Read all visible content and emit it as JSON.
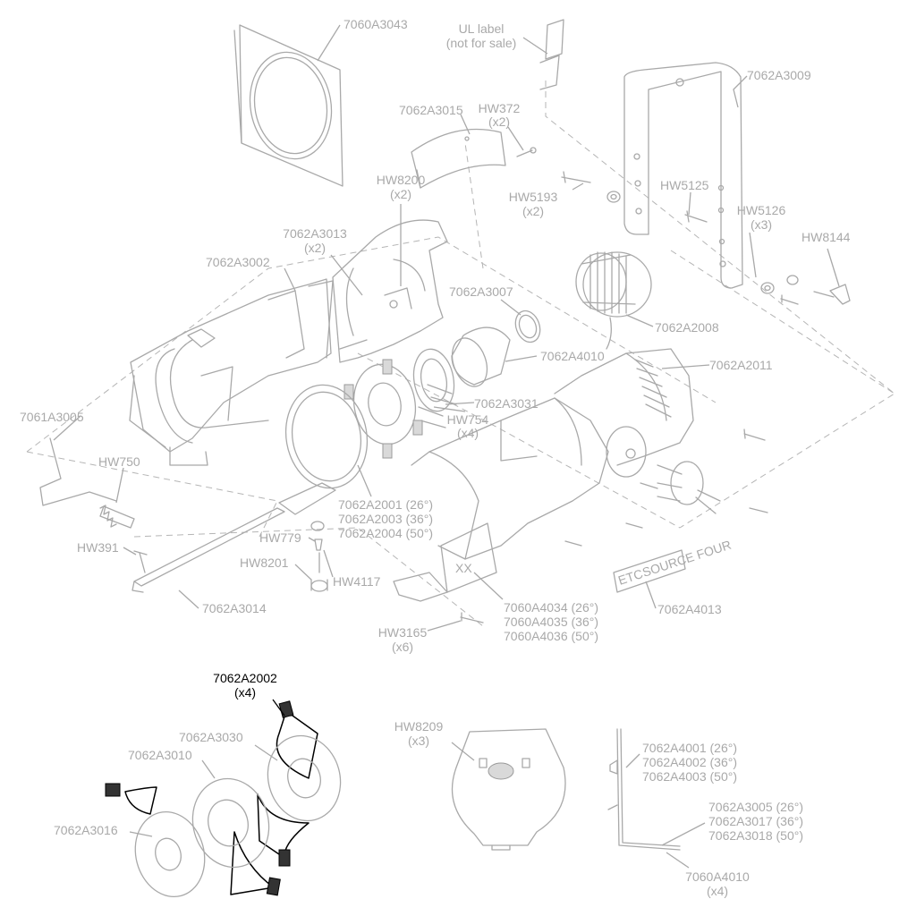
{
  "labels": {
    "l_7060A3043": "7060A3043",
    "l_ul1": "UL label",
    "l_ul2": "(not for sale)",
    "l_7062A3009": "7062A3009",
    "l_7062A3015": "7062A3015",
    "l_hw372": "HW372",
    "l_hw372q": "(x2)",
    "l_hw8200": "HW8200",
    "l_hw8200q": "(x2)",
    "l_hw5193": "HW5193",
    "l_hw5193q": "(x2)",
    "l_hw5125": "HW5125",
    "l_hw5126": "HW5126",
    "l_hw5126q": "(x3)",
    "l_hw8144": "HW8144",
    "l_7062A3013": "7062A3013",
    "l_7062A3013q": "(x2)",
    "l_7062A3002": "7062A3002",
    "l_7062A3007": "7062A3007",
    "l_7062A2008": "7062A2008",
    "l_7062A4010": "7062A4010",
    "l_7062A2011": "7062A2011",
    "l_7062A3031": "7062A3031",
    "l_hw754": "HW754",
    "l_hw754q": "(x4)",
    "l_7061A3005": "7061A3005",
    "l_hw750": "HW750",
    "l_7062A2001": "7062A2001 (26°)",
    "l_7062A2003": "7062A2003 (36°)",
    "l_7062A2004": "7062A2004 (50°)",
    "l_hw391": "HW391",
    "l_hw779": "HW779",
    "l_hw8201": "HW8201",
    "l_hw4117": "HW4117",
    "l_7062A3014": "7062A3014",
    "l_7060A4034": "7060A4034 (26°)",
    "l_7060A4035": "7060A4035 (36°)",
    "l_7060A4036": "7060A4036 (50°)",
    "l_7062A4013": "7062A4013",
    "l_hw3165": "HW3165",
    "l_hw3165q": "(x6)",
    "l_7062A2002": "7062A2002",
    "l_7062A2002q": "(x4)",
    "l_7062A3030": "7062A3030",
    "l_7062A3010": "7062A3010",
    "l_7062A3016": "7062A3016",
    "l_hw8209": "HW8209",
    "l_hw8209q": "(x3)",
    "l_7062A4001": "7062A4001 (26°)",
    "l_7062A4002": "7062A4002 (36°)",
    "l_7062A4003": "7062A4003 (50°)",
    "l_7062A3005": "7062A3005 (26°)",
    "l_7062A3017": "7062A3017 (36°)",
    "l_7062A3018": "7062A3018 (50°)",
    "l_7060A4010": "7060A4010",
    "l_7060A4010q": "(x4)",
    "nameplate_logo": "ETC",
    "nameplate_text": "SOURCE FOUR",
    "lens_tube_mark": "XX"
  },
  "colors": {
    "part_line": "#a9a9a9",
    "highlight_line": "#000000",
    "label_text": "#a9a9a9",
    "highlight_label_text": "#000000",
    "background": "#ffffff"
  }
}
